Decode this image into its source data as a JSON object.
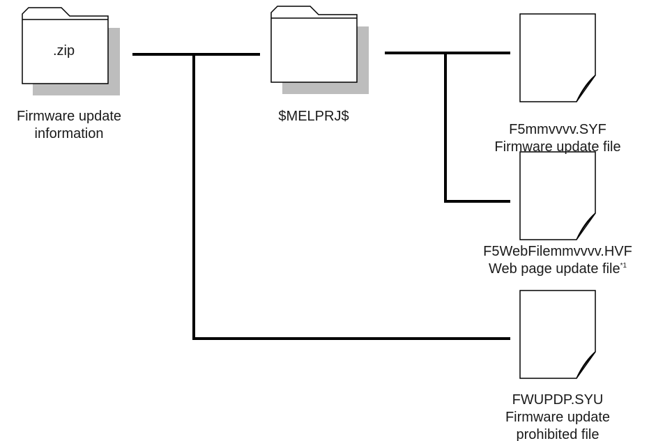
{
  "nodes": {
    "zip_folder": {
      "icon": "folder-icon",
      "inner_text": ".zip",
      "caption_line1": "Firmware update",
      "caption_line2": "information"
    },
    "melprj_folder": {
      "icon": "folder-icon",
      "caption": "$MELPRJ$"
    },
    "syf_file": {
      "icon": "document-icon",
      "filename": "F5mmvvvv.SYF",
      "description": "Firmware update file"
    },
    "hvf_file": {
      "icon": "document-icon",
      "filename": "F5WebFilemmvvvv.HVF",
      "description": "Web page update file",
      "footnote": "*1"
    },
    "syu_file": {
      "icon": "document-icon",
      "filename": "FWUPDP.SYU",
      "description_line1": "Firmware update",
      "description_line2": "prohibited file"
    }
  },
  "colors": {
    "line": "#000000",
    "folder_shadow": "#bdbdbd",
    "icon_fill": "#ffffff",
    "text": "#1a1a1a"
  }
}
